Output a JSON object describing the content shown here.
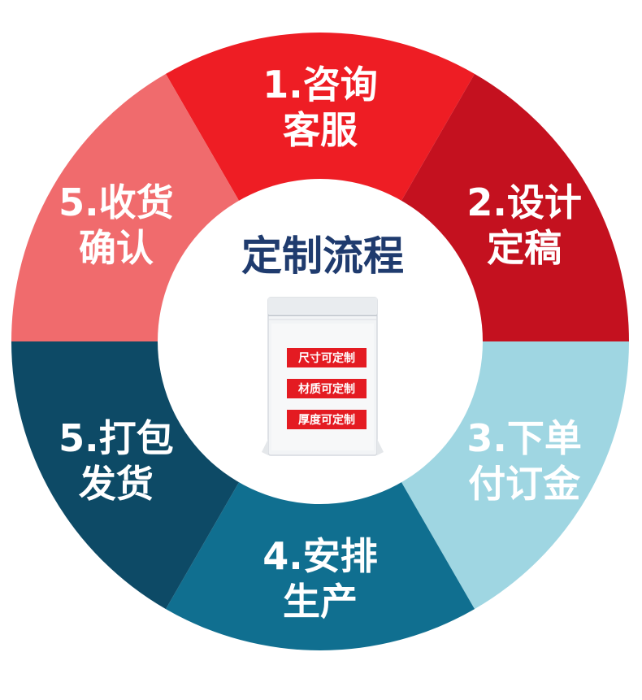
{
  "diagram": {
    "center_title": "定制流程",
    "title_color": "#1f3b6e",
    "steps": [
      {
        "line1": "1.咨询",
        "line2": "客服",
        "color": "#ee1d24",
        "text_color": "#ffffff"
      },
      {
        "line1": "2.设计",
        "line2": "定稿",
        "color": "#c4111f",
        "text_color": "#ffffff"
      },
      {
        "line1": "3.下单",
        "line2": "付订金",
        "color": "#9fd6e2",
        "text_color": "#ffffff"
      },
      {
        "line1": "4.安排",
        "line2": "生产",
        "color": "#106f90",
        "text_color": "#ffffff"
      },
      {
        "line1": "5.打包",
        "line2": "发货",
        "color": "#0d4a66",
        "text_color": "#ffffff"
      },
      {
        "line1": "5.收货",
        "line2": "确认",
        "color": "#f06b6d",
        "text_color": "#ffffff"
      }
    ],
    "bag_tags": [
      "尺寸可定制",
      "材质可定制",
      "厚度可定制"
    ],
    "tag_color": "#e41b22"
  }
}
